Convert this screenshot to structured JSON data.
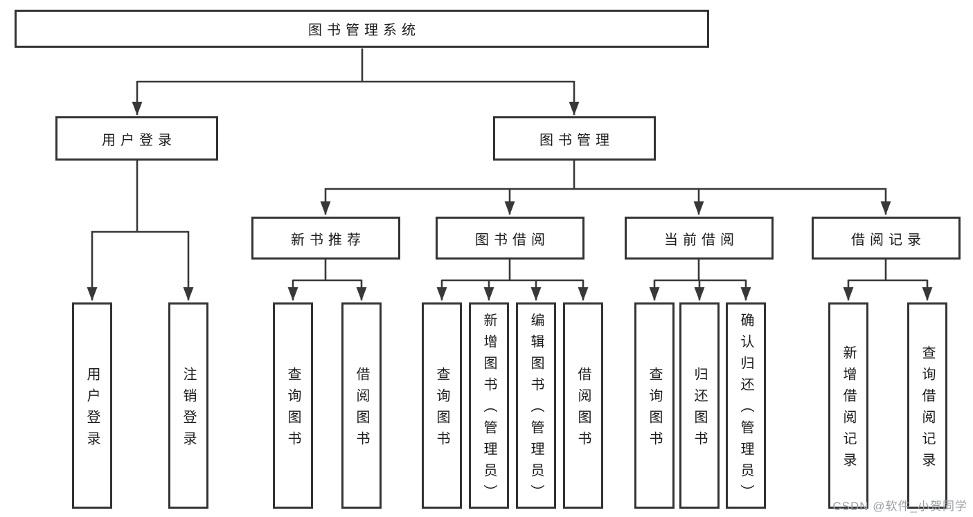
{
  "colors": {
    "background": "#ffffff",
    "line": "#383838",
    "box_border": "#333333",
    "text": "#1c1c1c",
    "watermark": "#9aa0a6"
  },
  "watermark": "CSDN @软件_小贺同学",
  "tree": {
    "root": {
      "label": "图书管理系统"
    },
    "children": [
      {
        "label": "用户登录",
        "children": [
          {
            "label": "用户登录"
          },
          {
            "label": "注销登录"
          }
        ]
      },
      {
        "label": "图书管理",
        "children": [
          {
            "label": "新书推荐",
            "children": [
              {
                "label": "查询图书"
              },
              {
                "label": "借阅图书"
              }
            ]
          },
          {
            "label": "图书借阅",
            "children": [
              {
                "label": "查询图书"
              },
              {
                "label": "新增图书（管理员）"
              },
              {
                "label": "编辑图书（管理员）"
              },
              {
                "label": "借阅图书"
              }
            ]
          },
          {
            "label": "当前借阅",
            "children": [
              {
                "label": "查询图书"
              },
              {
                "label": "归还图书"
              },
              {
                "label": "确认归还（管理员）"
              }
            ]
          },
          {
            "label": "借阅记录",
            "children": [
              {
                "label": "新增借阅记录"
              },
              {
                "label": "查询借阅记录"
              }
            ]
          }
        ]
      }
    ]
  }
}
